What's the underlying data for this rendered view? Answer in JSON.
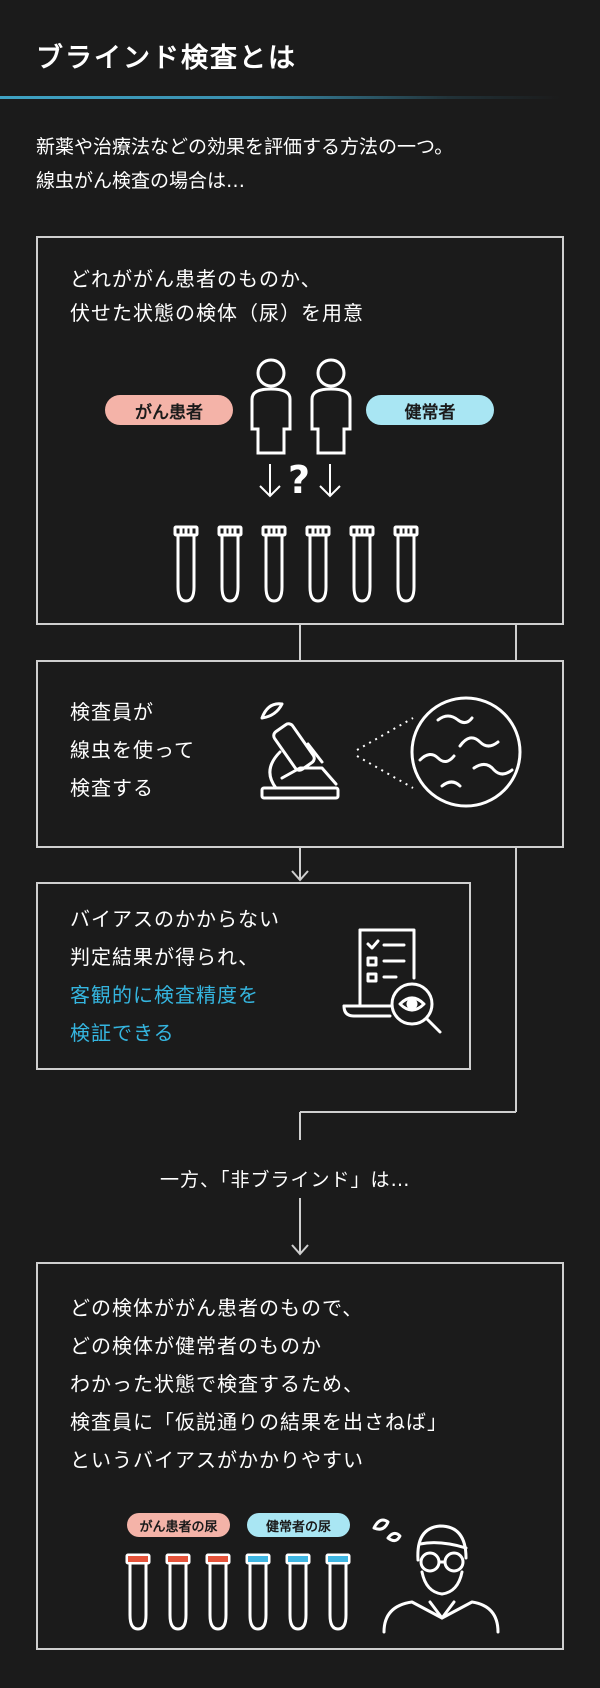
{
  "title": "ブラインド検査とは",
  "intro": {
    "line1": "新薬や治療法などの効果を評価する方法の一つ。",
    "line2": "線虫がん検査の場合は…"
  },
  "step1": {
    "line1": "どれががん患者のものか、",
    "line2": "伏せた状態の検体（尿）を用意",
    "label_patient": "がん患者",
    "label_healthy": "健常者",
    "question_mark": "?"
  },
  "step2": {
    "line1": "検査員が",
    "line2": "線虫を使って",
    "line3": "検査する"
  },
  "step3": {
    "line1": "バイアスのかからない",
    "line2": "判定結果が得られ、",
    "line3": "客観的に検査精度を",
    "line4": "検証できる"
  },
  "transition": "一方、「非ブラインド」は…",
  "step4": {
    "line1": "どの検体ががん患者のもので、",
    "line2": "どの検体が健常者のものか",
    "line3": "わかった状態で検査するため、",
    "line4": "検査員に「仮説通りの結果を出さねば」",
    "line5": "というバイアスがかかりやすい",
    "label_patient_urine": "がん患者の尿",
    "label_healthy_urine": "健常者の尿"
  },
  "colors": {
    "background": "#1b1b1b",
    "line": "#cfcfcf",
    "accent": "#35b6e0",
    "patient": "#f4b3a8",
    "healthy": "#a9e6f3",
    "tube_red": "#e5533a",
    "tube_blue": "#3fb6e2"
  }
}
